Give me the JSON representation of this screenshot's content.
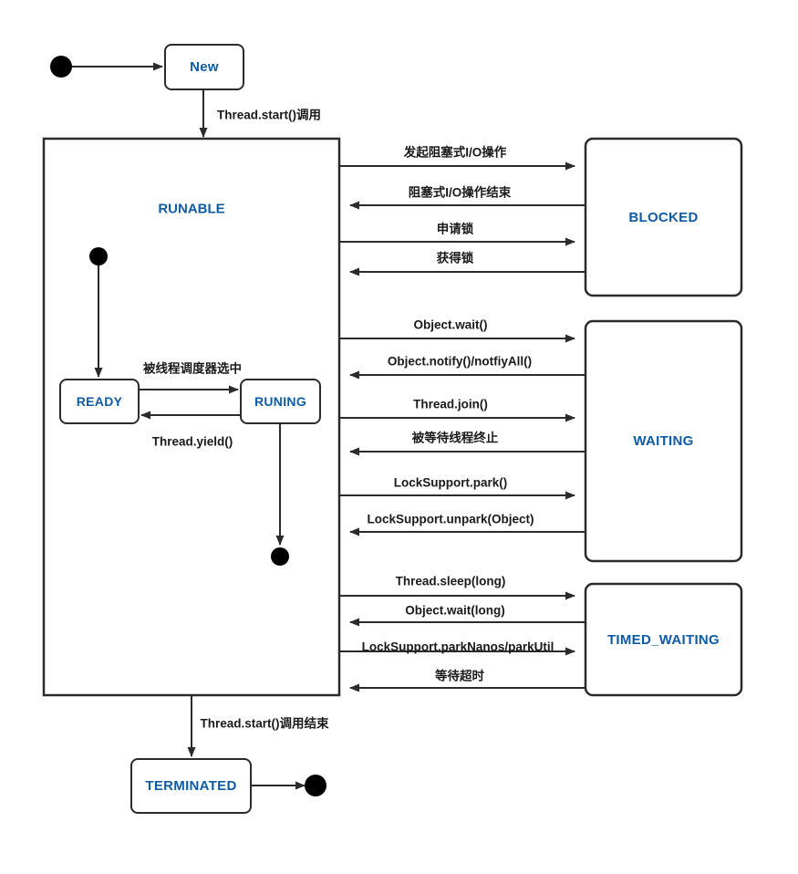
{
  "diagram": {
    "title": "Java Thread State Transition Diagram",
    "accent_color": "#0e5ba6",
    "line_color": "#2b2b2b",
    "background": "#ffffff"
  },
  "states": {
    "new": "New",
    "runable": "RUNABLE",
    "ready": "READY",
    "runing": "RUNING",
    "blocked": "BLOCKED",
    "waiting": "WAITING",
    "timed_waiting": "TIMED_WAITING",
    "terminated": "TERMINATED"
  },
  "transitions": {
    "start_to_new": "",
    "new_to_runable": "Thread.start()调用",
    "ready_to_runing": "被线程调度器选中",
    "runing_to_ready": "Thread.yield()",
    "runable_to_terminated": "Thread.start()调用结束",
    "blocked": [
      "发起阻塞式I/O操作",
      "阻塞式I/O操作结束",
      "申请锁",
      "获得锁"
    ],
    "waiting": [
      "Object.wait()",
      "Object.notify()/notfiyAll()",
      "Thread.join()",
      "被等待线程终止",
      "LockSupport.park()",
      "LockSupport.unpark(Object)"
    ],
    "timed_waiting": [
      "Thread.sleep(long)",
      "Object.wait(long)",
      "LockSupport.parkNanos/parkUtil",
      "等待超时"
    ]
  },
  "nodes": {
    "initial_dot_outer": "initial-state-dot",
    "initial_dot_inner": "inner-initial-state-dot",
    "final_dot_inner": "inner-final-state-dot",
    "final_dot_outer": "final-state-dot"
  }
}
